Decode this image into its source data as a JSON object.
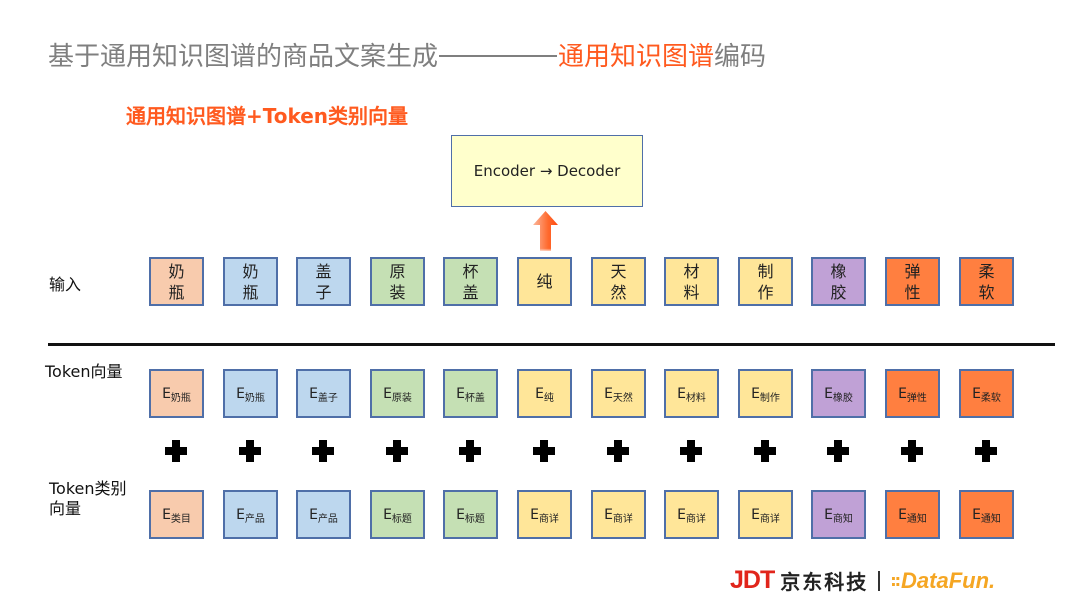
{
  "header": {
    "title_part1": "基于通用知识图谱的商品文案生成",
    "title_part2_highlight": "通用知识图谱",
    "title_part3": "编码",
    "subtitle": "通用知识图谱+Token类别向量"
  },
  "model": {
    "label": "Encoder → Decoder",
    "fill_color": "#ffffcc",
    "arrow_color": "#ff5a1f"
  },
  "rows": {
    "input_label": "输入",
    "token_label": "Token向量",
    "type_label_line1": "Token类别",
    "type_label_line2": "向量"
  },
  "colors": {
    "peach": "#f8cbad",
    "blue": "#bdd7ee",
    "green": "#c5e0b4",
    "yellow": "#ffe699",
    "purple": "#c0a1d6",
    "orange": "#ff7f40",
    "border": "#4f6fa8",
    "title_gray": "#7f7f7f",
    "accent": "#ff5a1f"
  },
  "tokens": [
    {
      "input": "奶瓶",
      "token_sub": "奶瓶",
      "type_sub": "类目",
      "color": "#f8cbad"
    },
    {
      "input": "奶瓶",
      "token_sub": "奶瓶",
      "type_sub": "产品",
      "color": "#bdd7ee"
    },
    {
      "input": "盖子",
      "token_sub": "盖子",
      "type_sub": "产品",
      "color": "#bdd7ee"
    },
    {
      "input": "原装",
      "token_sub": "原装",
      "type_sub": "标题",
      "color": "#c5e0b4"
    },
    {
      "input": "杯盖",
      "token_sub": "杯盖",
      "type_sub": "标题",
      "color": "#c5e0b4"
    },
    {
      "input": "纯",
      "token_sub": "纯",
      "type_sub": "商详",
      "color": "#ffe699"
    },
    {
      "input": "天然",
      "token_sub": "天然",
      "type_sub": "商详",
      "color": "#ffe699"
    },
    {
      "input": "材料",
      "token_sub": "材料",
      "type_sub": "商详",
      "color": "#ffe699"
    },
    {
      "input": "制作",
      "token_sub": "制作",
      "type_sub": "商详",
      "color": "#ffe699"
    },
    {
      "input": "橡胶",
      "token_sub": "橡胶",
      "type_sub": "商知",
      "color": "#c0a1d6"
    },
    {
      "input": "弹性",
      "token_sub": "弹性",
      "type_sub": "通知",
      "color": "#ff7f40"
    },
    {
      "input": "柔软",
      "token_sub": "柔软",
      "type_sub": "通知",
      "color": "#ff7f40"
    }
  ],
  "embedding_prefix": "E",
  "footer": {
    "jdt": "JDT",
    "jdt_cn": "京东科技",
    "datafun_dots": "::",
    "datafun": "DataFun."
  }
}
